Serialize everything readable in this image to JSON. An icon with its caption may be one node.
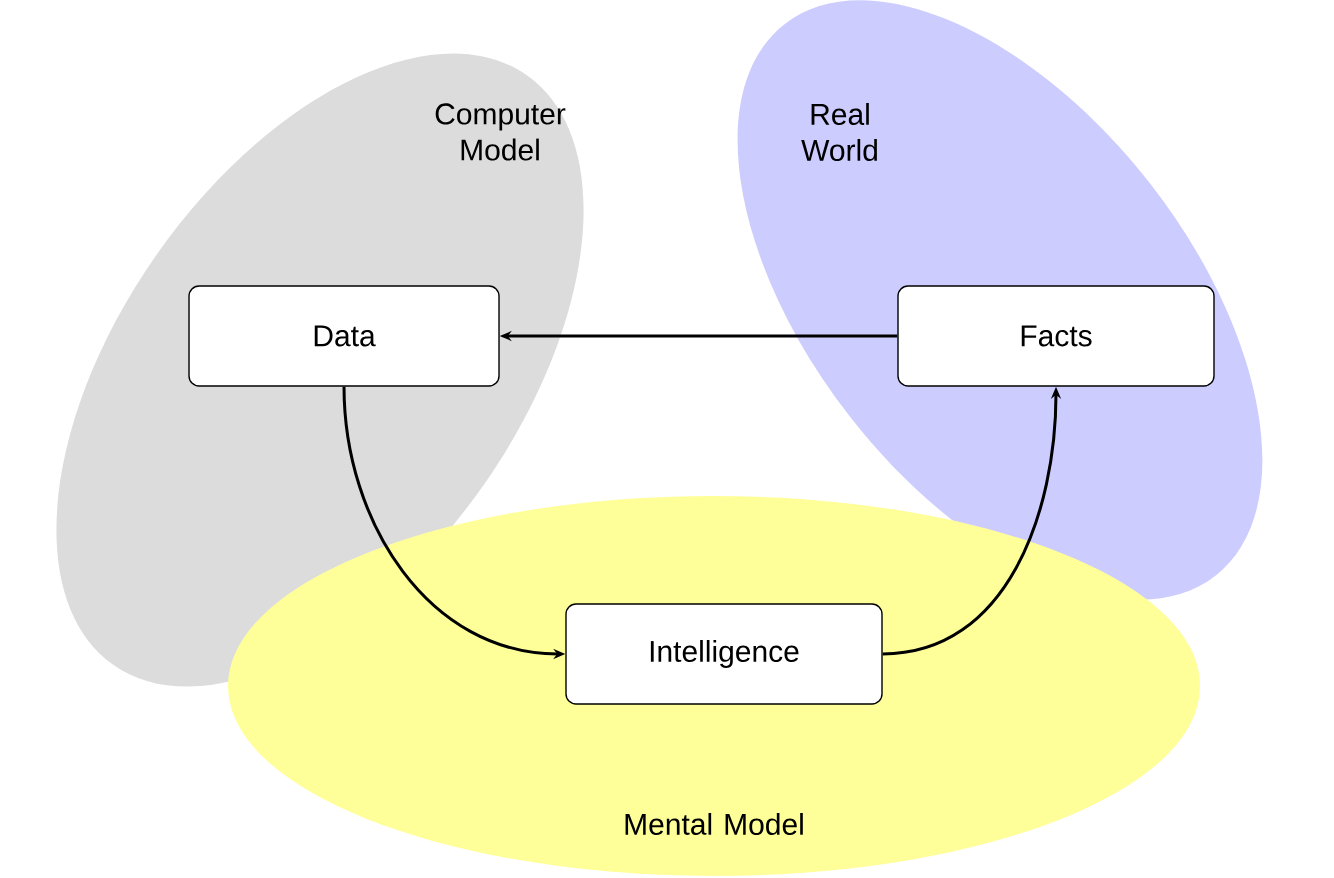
{
  "diagram": {
    "nodes": [
      {
        "text": [
          "Computer Model"
        ]
      },
      {
        "text": [
          "Real World"
        ]
      },
      {
        "text": [
          "Data"
        ],
        "in": 0
      },
      {
        "text": [
          "Facts"
        ],
        "in": 1
      },
      {
        "text": [
          "Mental Model"
        ]
      },
      {
        "text": [
          "Intelligence"
        ],
        "in": 4
      }
    ],
    "edges": [
      {
        "from": 3,
        "to": 2,
        "arrow": "to"
      },
      {
        "from": 2,
        "to": 5,
        "arrow": "to"
      },
      {
        "from": 5,
        "to": 3,
        "arrow": "to"
      }
    ]
  }
}
